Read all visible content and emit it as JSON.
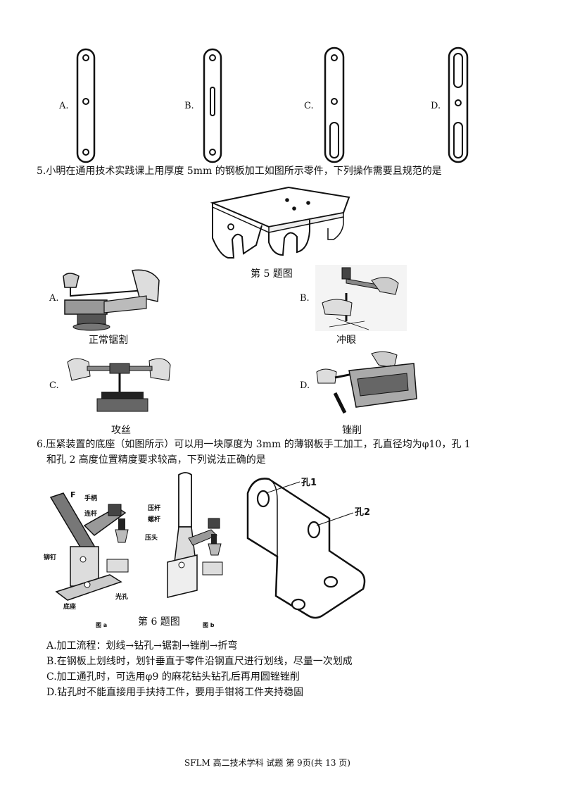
{
  "plates": [
    {
      "letter": "A."
    },
    {
      "letter": "B."
    },
    {
      "letter": "C."
    },
    {
      "letter": "D."
    }
  ],
  "q5": {
    "stem": "5.小明在通用技术实践课上用厚度 5mm 的钢板加工如图所示零件，下列操作需要且规范的是",
    "figure_caption": "第 5 题图",
    "options": [
      {
        "letter": "A.",
        "caption": "正常锯割"
      },
      {
        "letter": "B.",
        "caption": "冲眼"
      },
      {
        "letter": "C.",
        "caption": "攻丝"
      },
      {
        "letter": "D.",
        "caption": "锉削"
      }
    ]
  },
  "q6": {
    "stem_line1": "6.压紧装置的底座（如图所示）可以用一块厚度为 3mm 的薄钢板手工加工，孔直径均为φ10，孔 1",
    "stem_line2": "和孔 2 高度位置精度要求较高，下列说法正确的是",
    "labels": {
      "handle": "手柄",
      "link": "连杆",
      "press_rod": "压杆",
      "screw": "螺杆",
      "press_head": "压头",
      "rivet": "铆钉",
      "base": "底座",
      "hole": "光孔",
      "fig_a": "图 a",
      "fig_b": "图 b",
      "hole1": "孔1",
      "hole2": "孔2",
      "letter_f": "F"
    },
    "figure_caption": "第 6 题图",
    "options": [
      "A.加工流程：划线→钻孔→锯割→锉削→折弯",
      "B.在钢板上划线时，划针垂直于零件沿钢直尺进行划线，尽量一次划成",
      "C.加工通孔时，可选用φ9 的麻花钻头钻孔后再用圆锉锉削",
      "D.钻孔时不能直接用手扶持工件，要用手钳将工件夹持稳固"
    ]
  },
  "footer": "SFLM 高二技术学科 试题 第 9页(共 13 页)"
}
